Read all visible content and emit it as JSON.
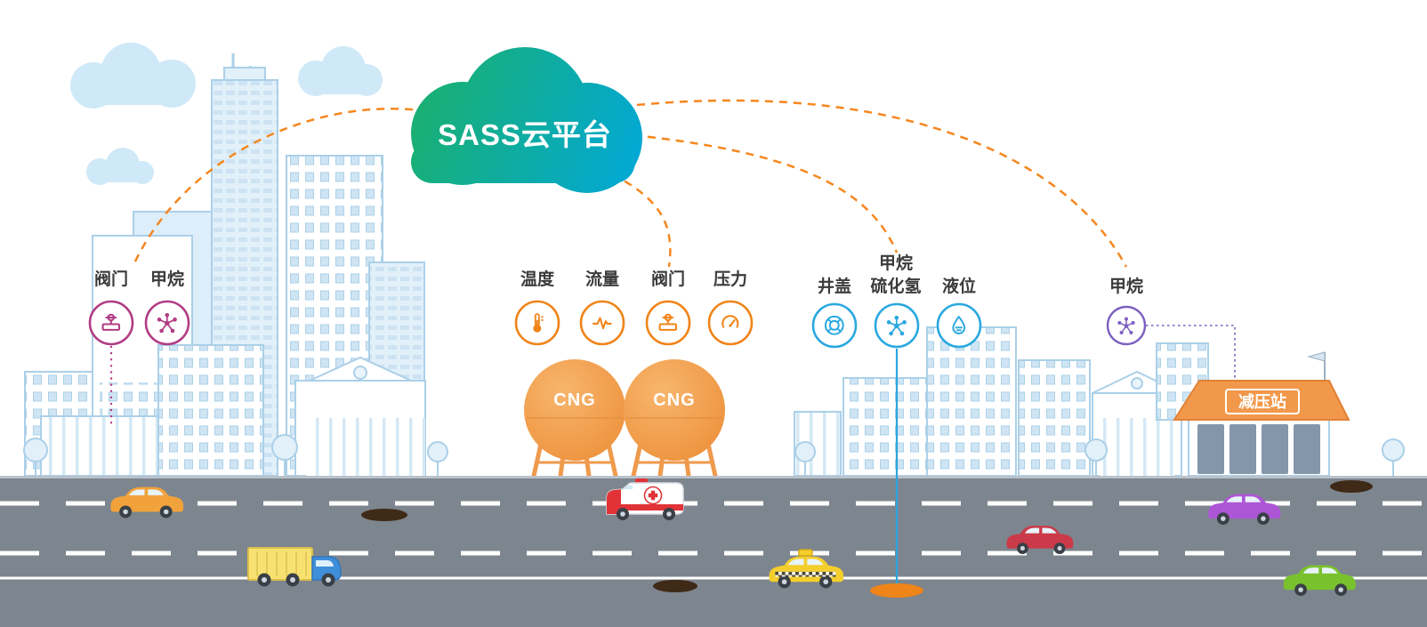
{
  "cloud": {
    "label": "SASS云平台",
    "color_start": "#1cb069",
    "color_end": "#00a8da"
  },
  "sensor_groups": [
    {
      "name": "city-pipeline",
      "color": "#b13c84",
      "sensors": [
        {
          "label": "阀门",
          "icon": "valve-icon"
        },
        {
          "label": "甲烷",
          "icon": "molecule-icon"
        }
      ]
    },
    {
      "name": "cng-tank-station",
      "color": "#f08419",
      "sensors": [
        {
          "label": "温度",
          "icon": "thermometer-icon"
        },
        {
          "label": "流量",
          "icon": "flow-icon"
        },
        {
          "label": "阀门",
          "icon": "valve-icon"
        },
        {
          "label": "压力",
          "icon": "gauge-icon"
        }
      ]
    },
    {
      "name": "manhole-monitoring",
      "color": "#29a8e0",
      "sensors": [
        {
          "label": "井盖",
          "icon": "manhole-icon"
        },
        {
          "label": "甲烷",
          "label2": "硫化氢",
          "icon": "molecule-icon"
        },
        {
          "label": "液位",
          "icon": "level-icon"
        }
      ]
    },
    {
      "name": "pressure-reduction-station",
      "color": "#7c5fc0",
      "sensors": [
        {
          "label": "甲烷",
          "icon": "molecule-icon"
        }
      ]
    }
  ],
  "tanks": {
    "left_label": "CNG",
    "right_label": "CNG",
    "color": "#ee8d37"
  },
  "station": {
    "label": "减压站",
    "roof_color": "#f2984a"
  },
  "connections": [
    {
      "from": "sass-cloud",
      "to": "city-pipeline",
      "style": "dashed-orange"
    },
    {
      "from": "sass-cloud",
      "to": "cng-tank-station",
      "style": "dashed-orange"
    },
    {
      "from": "sass-cloud",
      "to": "manhole-monitoring",
      "style": "dashed-orange"
    },
    {
      "from": "sass-cloud",
      "to": "pressure-reduction-station",
      "style": "dashed-orange"
    }
  ],
  "palette": {
    "link": "#f5871f",
    "road": "#7d858e",
    "skyline_stroke": "#abd0e8",
    "sky_cloud": "#cfe9f8"
  }
}
